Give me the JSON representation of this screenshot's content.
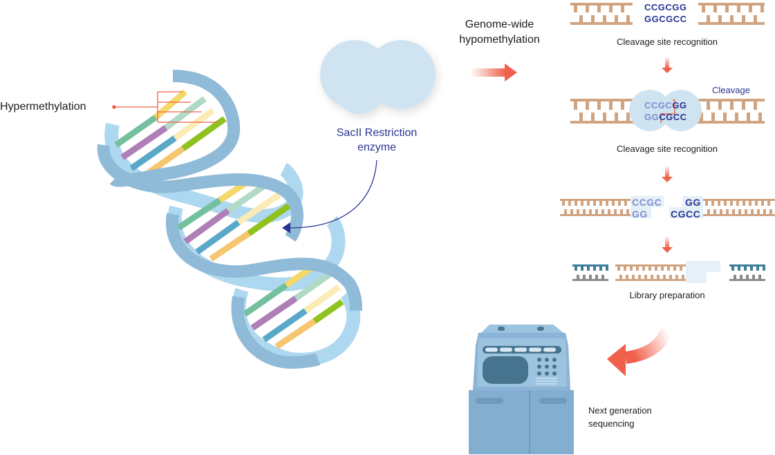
{
  "labels": {
    "hypermethylation": "Hypermethylation",
    "enzyme_line1": "SacII Restriction",
    "enzyme_line2": "enzyme",
    "hypo_line1": "Genome-wide",
    "hypo_line2": "hypomethylation",
    "step1_caption": "Cleavage site recognition",
    "step2_caption": "Cleavage site recognition",
    "cleavage": "Cleavage",
    "step4_caption": "Library preparation",
    "ngs_line1": "Next generation",
    "ngs_line2": "sequencing"
  },
  "sequences": {
    "step1_top": "CCGCGG",
    "step1_bottom": "GGCGCC",
    "step2_top_light": "CCGC",
    "step2_top_dark": "GG",
    "step2_bottom_light": "GG",
    "step2_bottom_dark": "CGCC",
    "step3_left_top": "CCGC",
    "step3_left_bottom": "GG",
    "step3_right_top": "GG",
    "step3_right_bottom": "CGCC"
  },
  "colors": {
    "dna_backbone_dark": "#8fbad8",
    "dna_backbone_light": "#aed8ef",
    "ladder": "#d1a481",
    "seq_dark": "#283593",
    "seq_light": "#7f8fcf",
    "arrow_red": "#f0604a",
    "enzyme_blob": "#cfe3f1",
    "adapter_teal": "#3d7f98",
    "adapter_gray": "#8a8a8a",
    "machine": "#8bb4d6"
  }
}
